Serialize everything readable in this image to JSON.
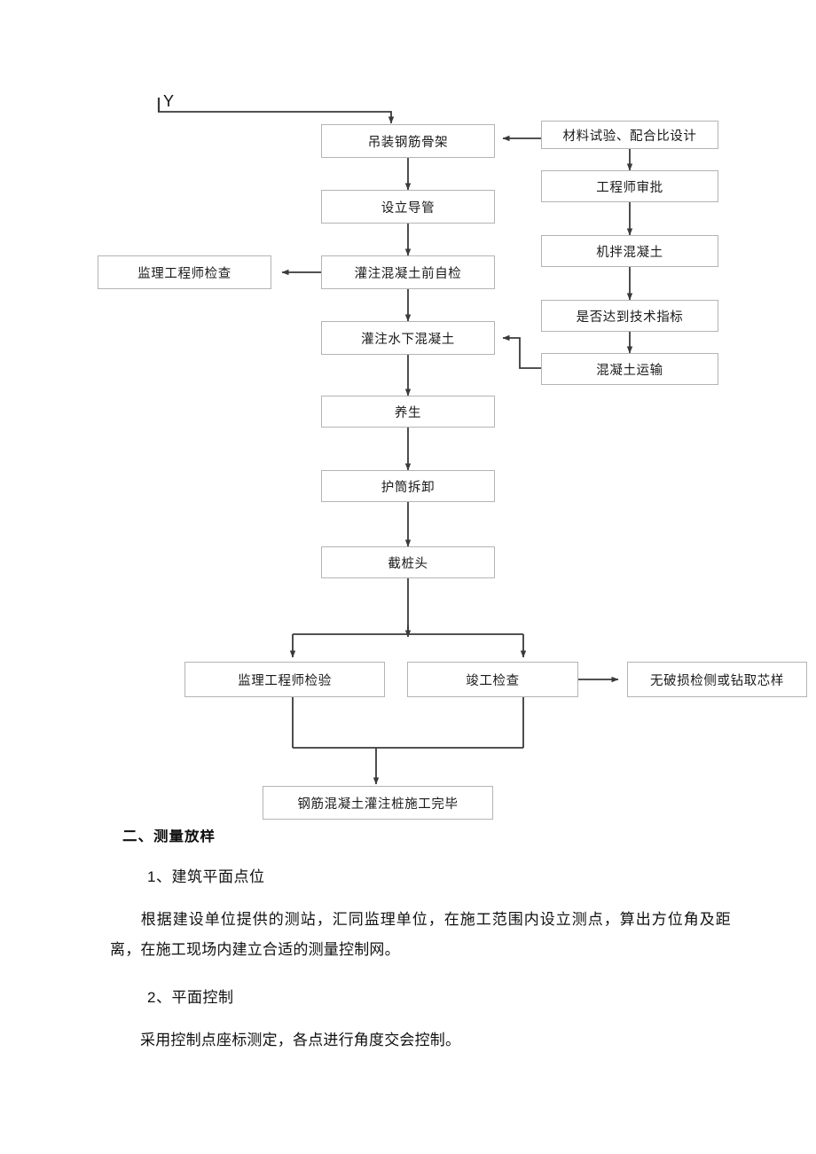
{
  "document": {
    "flowchart": {
      "title_label": "Y",
      "nodes": [
        {
          "id": "hoist_cage",
          "label": "吊装钢筋骨架"
        },
        {
          "id": "set_tremie",
          "label": "设立导管"
        },
        {
          "id": "self_check",
          "label": "灌注混凝土前自检"
        },
        {
          "id": "supervisor_check",
          "label": "监理工程师检查"
        },
        {
          "id": "underwater_pour",
          "label": "灌注水下混凝土"
        },
        {
          "id": "curing",
          "label": "养生"
        },
        {
          "id": "casing_removal",
          "label": "护筒拆卸"
        },
        {
          "id": "pile_head_cut",
          "label": "截桩头"
        },
        {
          "id": "material_test",
          "label": "材料试验、配合比设计"
        },
        {
          "id": "engineer_approval",
          "label": "工程师审批"
        },
        {
          "id": "machine_mix",
          "label": "机拌混凝土"
        },
        {
          "id": "spec_check",
          "label": "是否达到技术指标"
        },
        {
          "id": "concrete_transport",
          "label": "混凝土运输"
        },
        {
          "id": "supervisor_accept",
          "label": "监理工程师检验"
        },
        {
          "id": "completion_check",
          "label": "竣工检查"
        },
        {
          "id": "ndt_coring",
          "label": "无破损检侧或钻取芯样"
        },
        {
          "id": "finished",
          "label": "钢筋混凝土灌注桩施工完毕"
        }
      ],
      "colors": {
        "box_border": "#b4b4b4",
        "connector": "#3a3a3a",
        "text": "#1a1a1a"
      }
    },
    "body": {
      "section_heading": "二、测量放样",
      "item1_heading": "1、建筑平面点位",
      "item1_paragraph": "根据建设单位提供的测站，汇同监理单位，在施工范围内设立测点，算出方位角及距离，在施工现场内建立合适的测量控制网。",
      "item2_heading": "2、平面控制",
      "item2_paragraph": "采用控制点座标测定，各点进行角度交会控制。"
    }
  }
}
